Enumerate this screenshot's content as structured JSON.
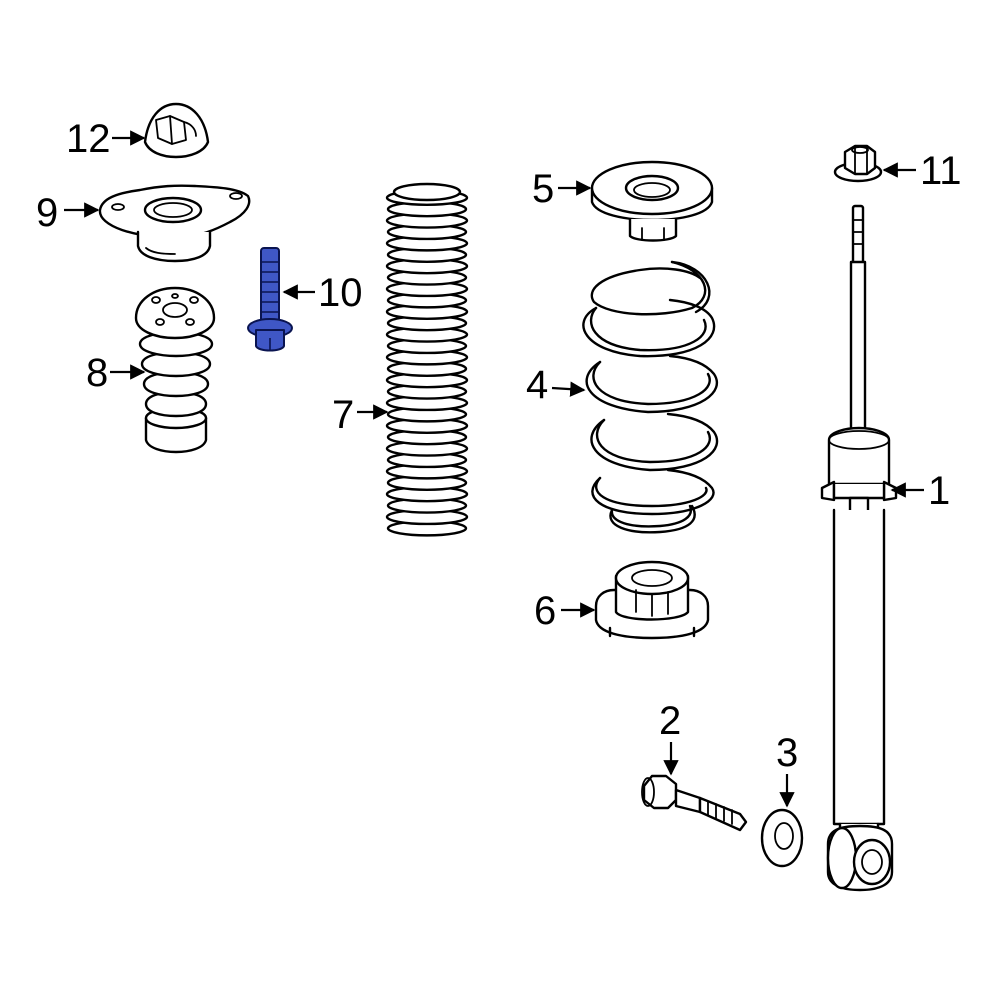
{
  "diagram": {
    "highlight_color": "#3f57c6",
    "highlighted_part": "10",
    "callouts": [
      {
        "id": "c1",
        "label": "1"
      },
      {
        "id": "c2",
        "label": "2"
      },
      {
        "id": "c3",
        "label": "3"
      },
      {
        "id": "c4",
        "label": "4"
      },
      {
        "id": "c5",
        "label": "5"
      },
      {
        "id": "c6",
        "label": "6"
      },
      {
        "id": "c7",
        "label": "7"
      },
      {
        "id": "c8",
        "label": "8"
      },
      {
        "id": "c9",
        "label": "9"
      },
      {
        "id": "c10",
        "label": "10"
      },
      {
        "id": "c11",
        "label": "11"
      },
      {
        "id": "c12",
        "label": "12"
      }
    ]
  }
}
